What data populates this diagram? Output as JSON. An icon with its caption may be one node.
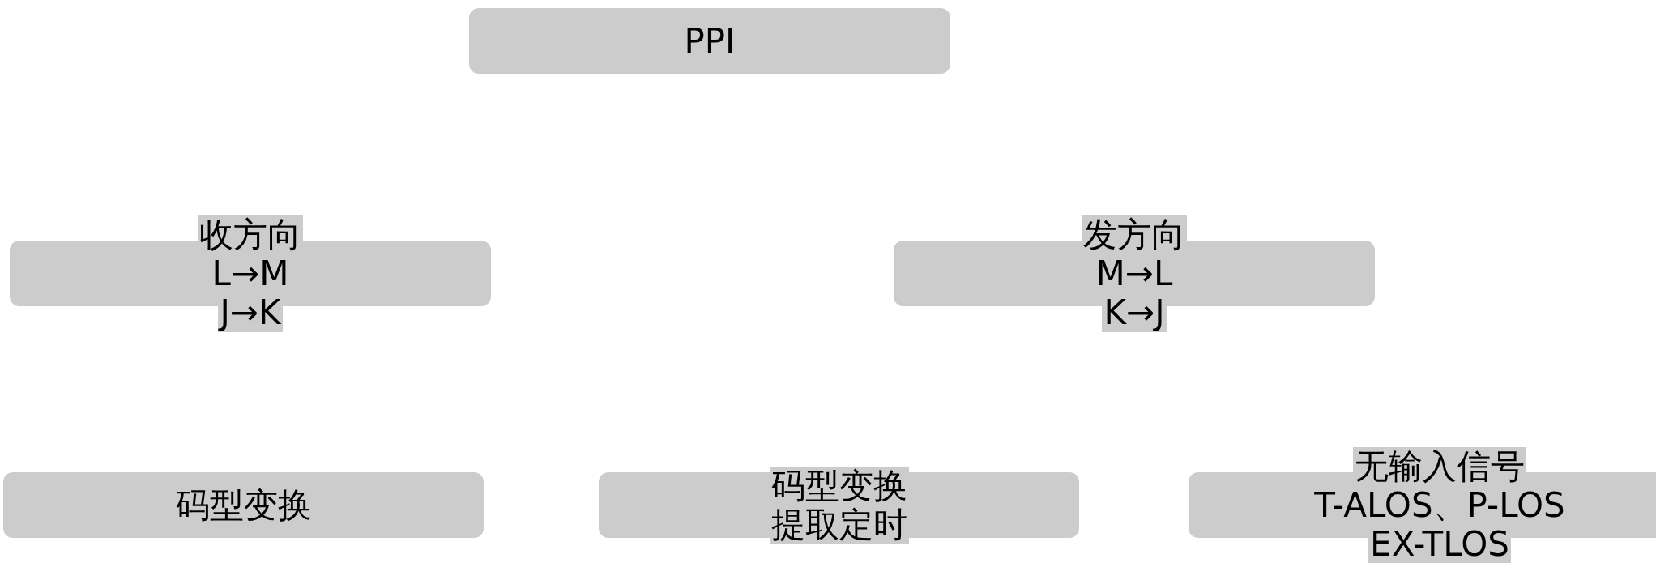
{
  "diagram": {
    "nodes": [
      {
        "text": [
          "PPI"
        ]
      },
      {
        "text": [
          "收方向",
          "L→M",
          "J→K"
        ]
      },
      {
        "text": [
          "发方向",
          "M→L",
          "K→J"
        ]
      },
      {
        "text": [
          "码型变换"
        ]
      },
      {
        "text": [
          "码型变换",
          "提取定时"
        ]
      },
      {
        "text": [
          "无输入信号",
          "T-ALOS、P-LOS",
          "EX-TLOS"
        ]
      }
    ]
  }
}
